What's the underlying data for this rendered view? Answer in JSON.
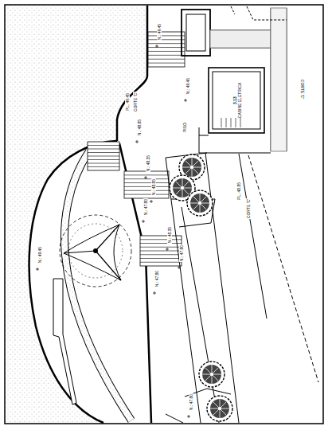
{
  "diagram": {
    "nodes": [
      {
        "text": [
          "3.13",
          "CABINE ELETRICA"
        ]
      }
    ],
    "labels": [
      "CORTE 'C'",
      "CORTE 'C'",
      "CORTE 'C'",
      "PISO",
      "N.: 49.45",
      "N.: 49.45",
      "N.: 48.85",
      "N.: 48.85",
      "N.: 48.35",
      "N.: 48.35",
      "N.: 47.80",
      "N.: 47.80",
      "N.: 49.45",
      "N.: 47.80",
      "N.: 47.80",
      "P.L. 49.45",
      "P.L. 48.85"
    ]
  }
}
